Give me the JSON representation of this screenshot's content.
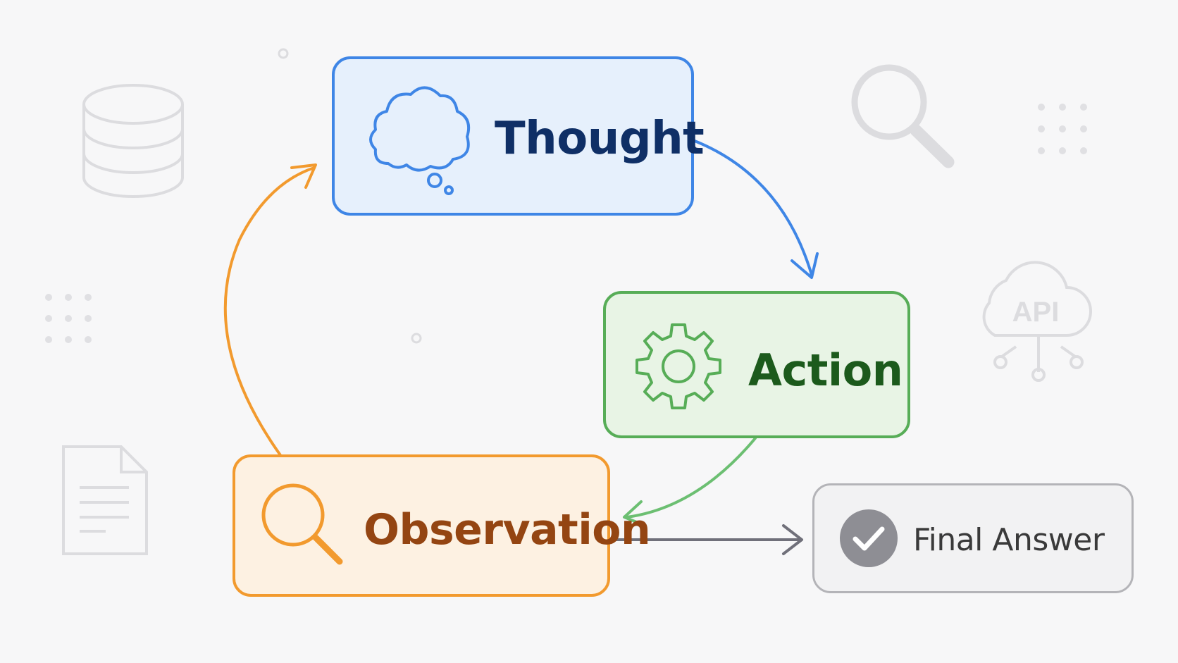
{
  "nodes": {
    "thought": {
      "label": "Thought"
    },
    "action": {
      "label": "Action"
    },
    "observation": {
      "label": "Observation"
    },
    "final_answer": {
      "label": "Final Answer"
    }
  },
  "background": {
    "api_badge": "API"
  },
  "colors": {
    "thought_border": "#3f86e6",
    "thought_fill": "#e6f0fc",
    "thought_text": "#0f2f66",
    "action_border": "#57ad57",
    "action_fill": "#e8f4e5",
    "action_text": "#1c5a1c",
    "observation_border": "#f29a2e",
    "observation_fill": "#fdf1e2",
    "observation_text": "#944512",
    "final_border": "#b4b4b8",
    "final_fill": "#f2f2f3",
    "final_text": "#3a3a3a",
    "background": "#f7f7f8",
    "decor": "#dcdcdf"
  },
  "icons": {
    "thought": "thought-cloud-icon",
    "action": "gear-icon",
    "observation": "magnifier-icon",
    "final_answer": "check-circle-icon"
  }
}
